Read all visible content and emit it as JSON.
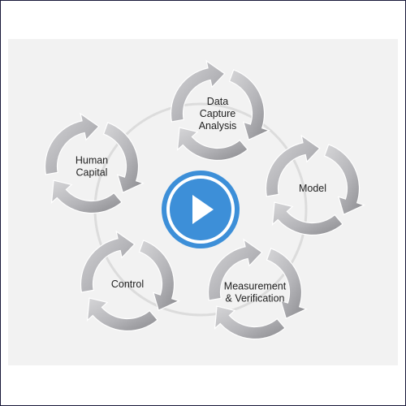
{
  "diagram": {
    "nodes": [
      {
        "id": "data-capture",
        "lines": [
          "Data",
          "Capture",
          "Analysis"
        ]
      },
      {
        "id": "model",
        "lines": [
          "Model"
        ]
      },
      {
        "id": "measurement",
        "lines": [
          "Measurement",
          "& Verification"
        ]
      },
      {
        "id": "control",
        "lines": [
          "Control"
        ]
      },
      {
        "id": "human-capital",
        "lines": [
          "Human",
          "Capital"
        ]
      }
    ],
    "play_button": {
      "icon": "play-icon"
    },
    "colors": {
      "arrow_light": "#d0d0d2",
      "arrow_dark": "#8e8e92",
      "connector": "#dcdcdc",
      "play_fill": "#3d8fd8",
      "play_ring": "#ffffff",
      "play_outer": "#3d8fd8"
    }
  }
}
